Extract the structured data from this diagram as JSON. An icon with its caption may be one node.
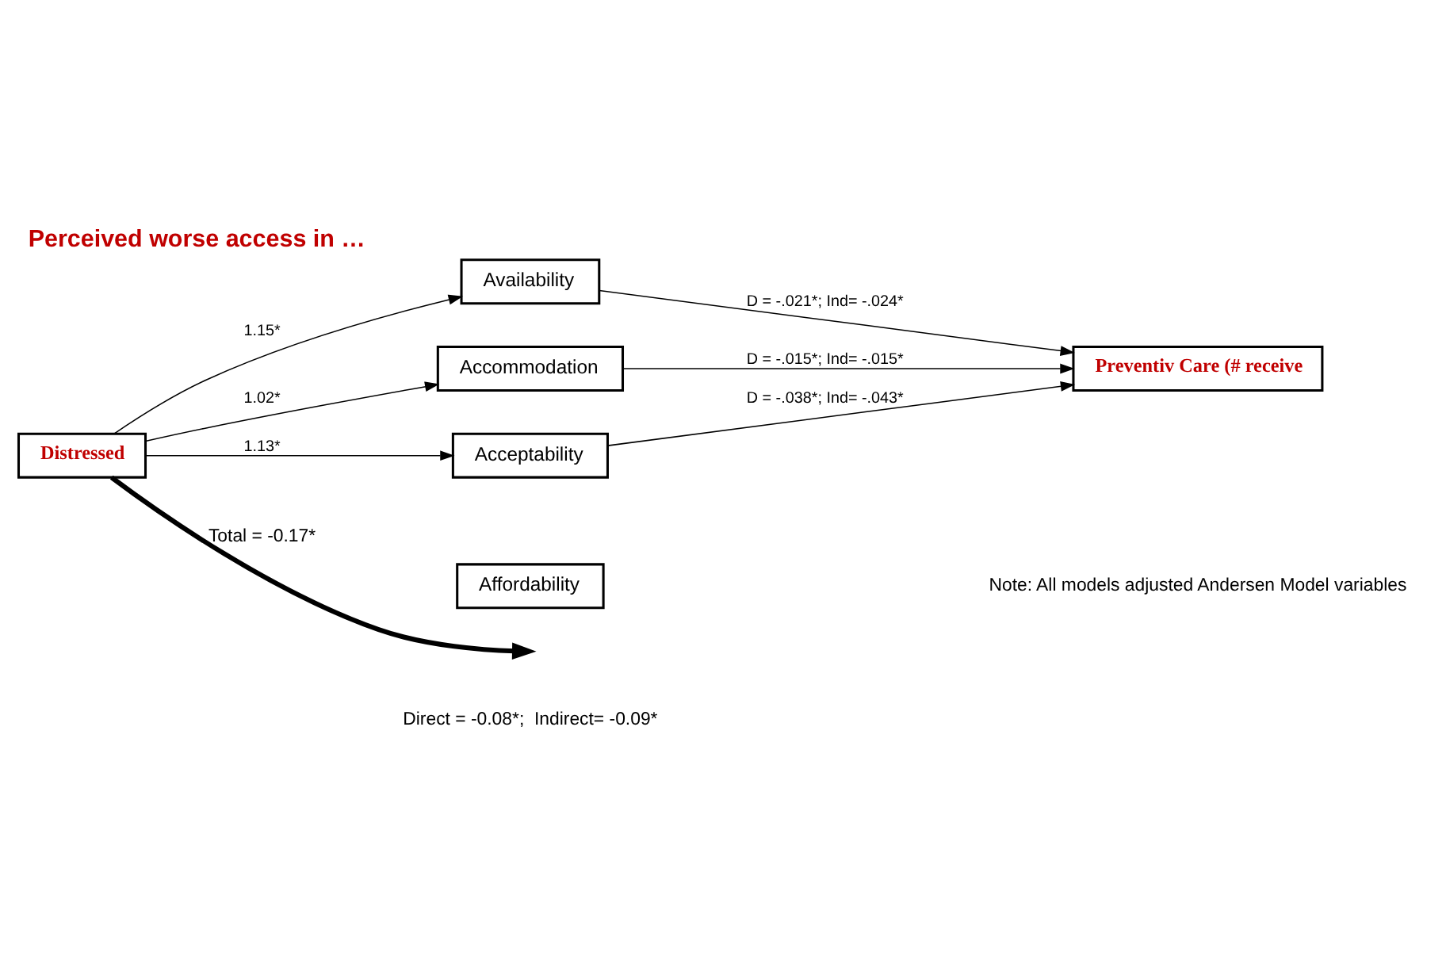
{
  "diagram": {
    "title": "Perceived worse access in …",
    "nodes": [
      {
        "text": [
          "Distressed"
        ]
      },
      {
        "text": [
          "Availability"
        ]
      },
      {
        "text": [
          "Accommodation"
        ]
      },
      {
        "text": [
          "Acceptability"
        ]
      },
      {
        "text": [
          "Affordability"
        ]
      },
      {
        "text": [
          "Preventiv Care (# receive"
        ]
      }
    ],
    "edges": [
      {
        "from": 0,
        "to": 1,
        "arrow": "to",
        "label": "1.15*"
      },
      {
        "from": 0,
        "to": 2,
        "arrow": "to",
        "label": "1.02*"
      },
      {
        "from": 0,
        "to": 3,
        "arrow": "to",
        "label": "1.13*"
      },
      {
        "from": 1,
        "to": 5,
        "arrow": "to",
        "label": "D = -.021*; Ind= -.024*"
      },
      {
        "from": 2,
        "to": 5,
        "arrow": "to",
        "label": "D = -.015*; Ind= -.015*"
      },
      {
        "from": 3,
        "to": 5,
        "arrow": "to",
        "label": "D = -.038*; Ind= -.043*"
      },
      {
        "from": 0,
        "to": null,
        "arrow": "to",
        "label": "Total = -0.17*",
        "style": "thick"
      }
    ],
    "labels": [
      "Direct = -0.08*;  Indirect= -0.09*",
      "Note: All models adjusted Andersen Model variables"
    ]
  }
}
